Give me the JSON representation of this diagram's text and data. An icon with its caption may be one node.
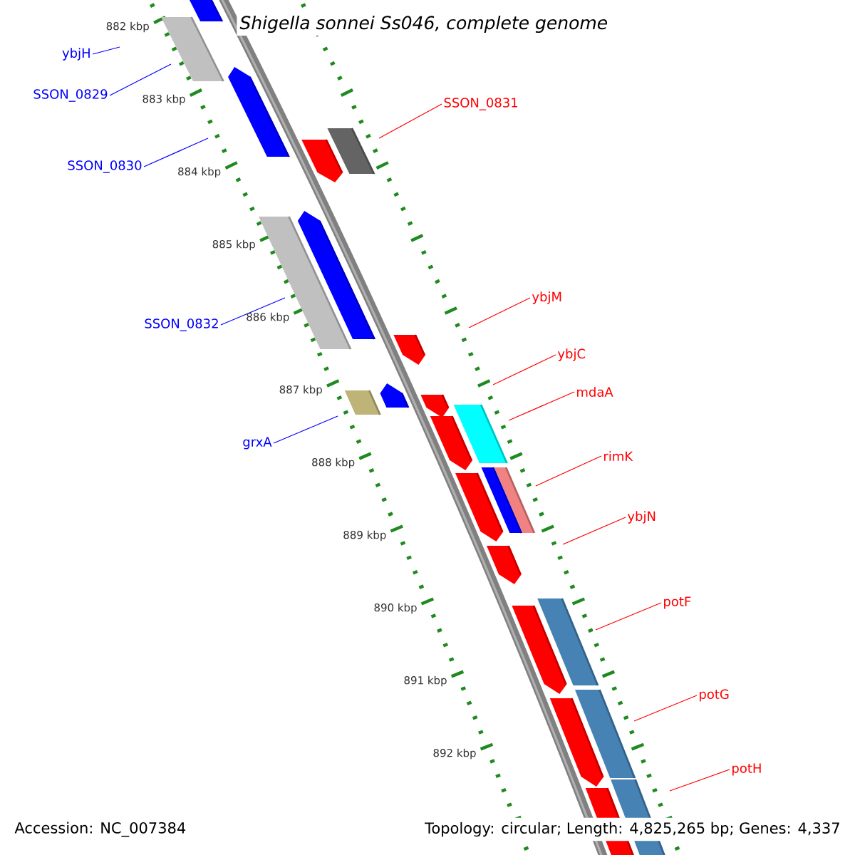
{
  "diagram": {
    "title": "Shigella sonnei Ss046, complete genome",
    "nodes": [
      {
        "text": [
          "ybjH"
        ]
      },
      {
        "text": [
          "SSON_0829"
        ]
      },
      {
        "text": [
          "SSON_0830"
        ]
      },
      {
        "text": [
          "SSON_0831"
        ]
      },
      {
        "text": [
          "SSON_0832"
        ]
      },
      {
        "text": [
          "ybjM"
        ]
      },
      {
        "text": [
          "ybjC"
        ]
      },
      {
        "text": [
          "mdaA"
        ]
      },
      {
        "text": [
          "rimK"
        ]
      },
      {
        "text": [
          "ybjN"
        ]
      },
      {
        "text": [
          "grxA"
        ]
      },
      {
        "text": [
          "potF"
        ]
      },
      {
        "text": [
          "potG"
        ]
      },
      {
        "text": [
          "potH"
        ]
      }
    ],
    "edges": [
      {
        "from": 0,
        "to": null,
        "arrow": "none",
        "color": "#0000ff"
      },
      {
        "from": 1,
        "to": null,
        "arrow": "none",
        "color": "#0000ff"
      },
      {
        "from": 2,
        "to": null,
        "arrow": "none",
        "color": "#0000ff"
      },
      {
        "from": 3,
        "to": null,
        "arrow": "none"
      },
      {
        "from": 4,
        "to": null,
        "arrow": "none",
        "color": "#0000ff"
      },
      {
        "from": 5,
        "to": null,
        "arrow": "none"
      },
      {
        "from": 6,
        "to": null,
        "arrow": "none"
      },
      {
        "from": 7,
        "to": null,
        "arrow": "none"
      },
      {
        "from": 8,
        "to": null,
        "arrow": "none"
      },
      {
        "from": 9,
        "to": null,
        "arrow": "none"
      },
      {
        "from": 10,
        "to": null,
        "arrow": "none",
        "color": "#0000ff"
      },
      {
        "from": 11,
        "to": null,
        "arrow": "none"
      },
      {
        "from": 12,
        "to": null,
        "arrow": "none"
      },
      {
        "from": 13,
        "to": null,
        "arrow": "none"
      }
    ],
    "labels": [
      "882 kbp",
      "883 kbp",
      "884 kbp",
      "885 kbp",
      "886 kbp",
      "887 kbp",
      "888 kbp",
      "889 kbp",
      "890 kbp",
      "891 kbp",
      "892 kbp",
      "Accession: NC_007384",
      "Topology: circular; Length: 4,825,265 bp; Genes: 4,337"
    ]
  }
}
